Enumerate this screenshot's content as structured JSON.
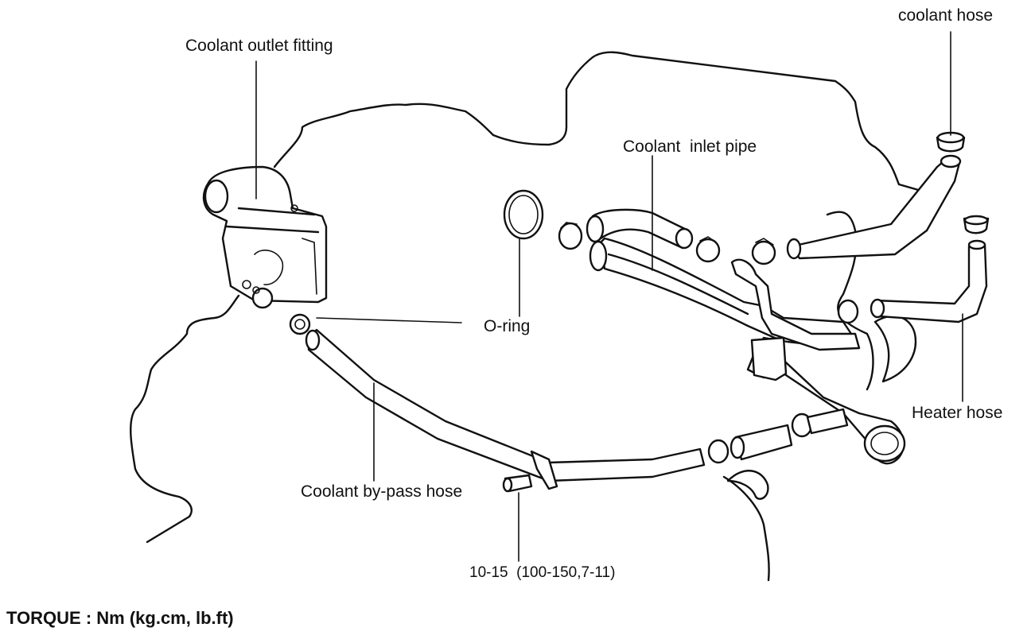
{
  "labels": {
    "coolant_hose": "coolant hose",
    "coolant_outlet_fitting": "Coolant outlet fitting",
    "coolant_inlet_pipe": "Coolant  inlet pipe",
    "o_ring": "O-ring",
    "heater_hose": "Heater hose",
    "coolant_bypass_hose": "Coolant by-pass hose",
    "torque_value": "10-15  (100-150,7-11)",
    "torque_units": "TORQUE : Nm (kg.cm, lb.ft)"
  }
}
